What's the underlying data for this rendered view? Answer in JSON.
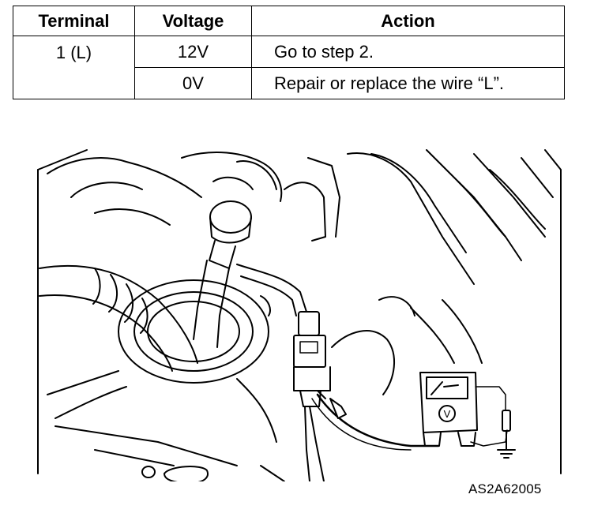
{
  "table": {
    "headers": [
      "Terminal",
      "Voltage",
      "Action"
    ],
    "rows": [
      {
        "terminal": "1 (L)",
        "voltage": "12V",
        "action": "Go to step 2."
      },
      {
        "terminal": "",
        "voltage": "0V",
        "action": "Repair or replace the wire “L”."
      }
    ]
  },
  "figure": {
    "code": "AS2A62005",
    "meter_symbol": "V"
  }
}
